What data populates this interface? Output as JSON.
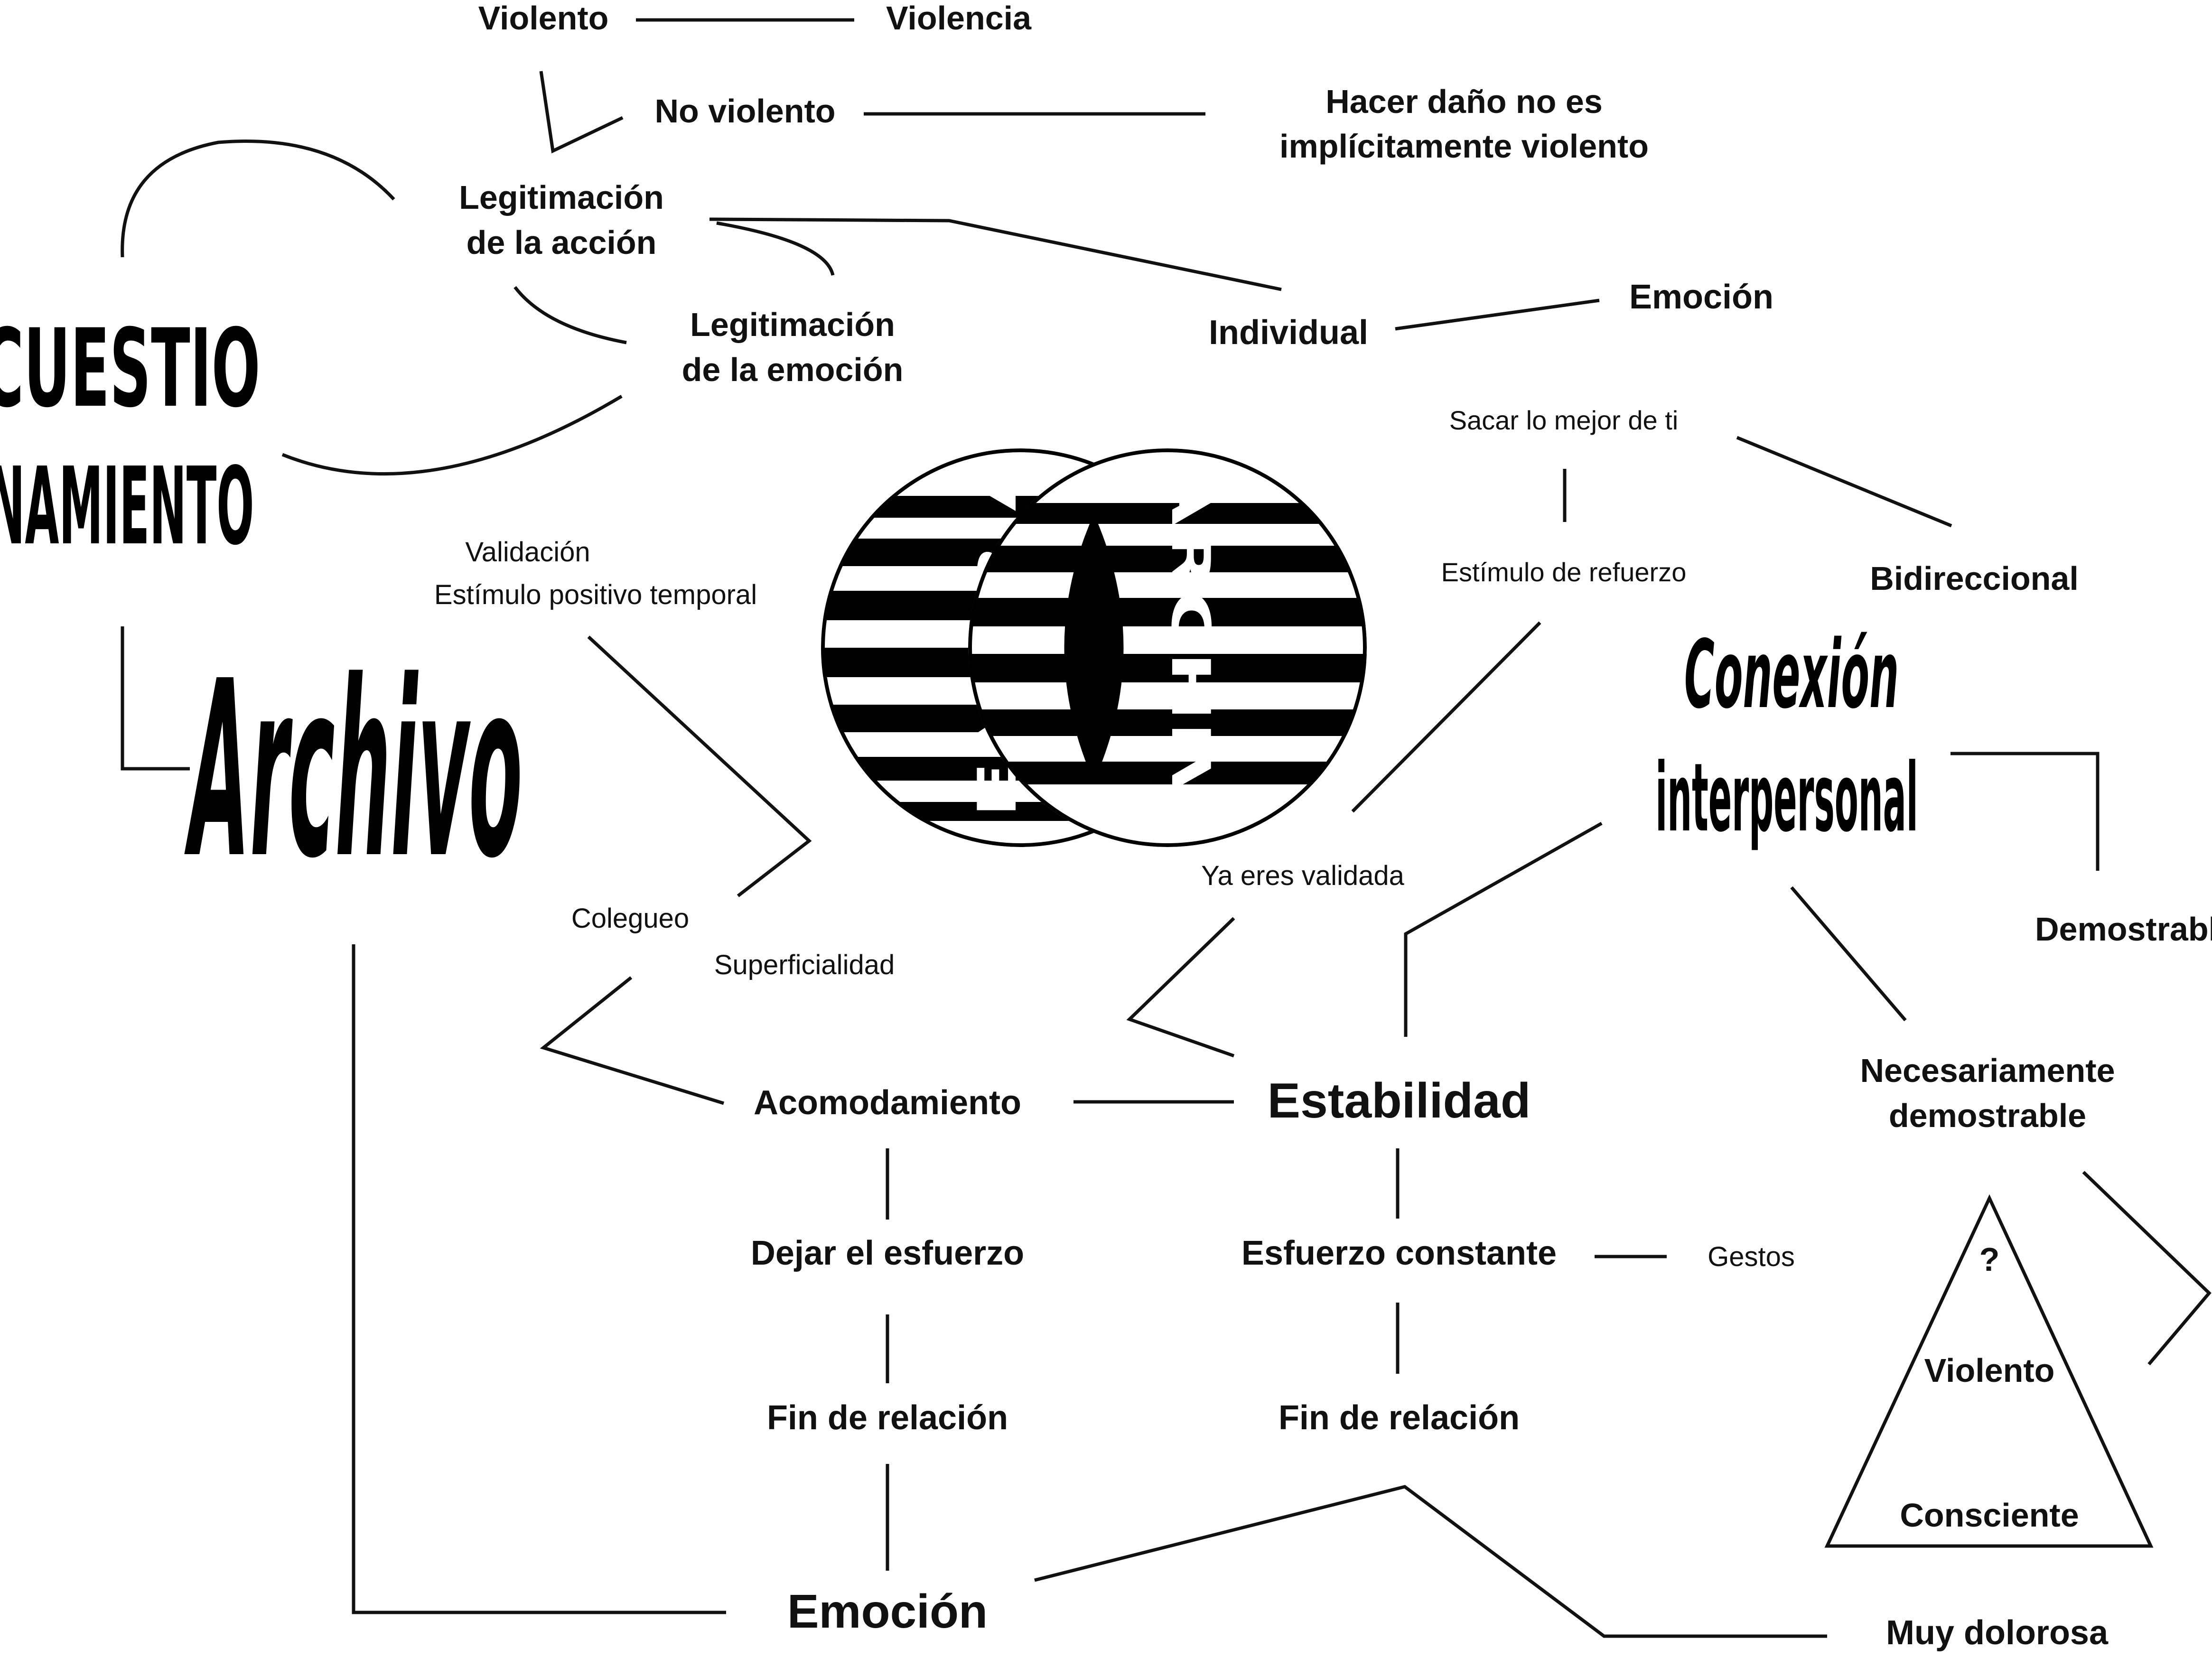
{
  "nodes": {
    "violento_top": "Violento",
    "violencia": "Violencia",
    "no_violento": "No violento",
    "hacer_dano_1": "Hacer daño no es",
    "hacer_dano_2": "implícitamente violento",
    "legit_accion_1": "Legitimación",
    "legit_accion_2": "de la acción",
    "legit_emocion_1": "Legitimación",
    "legit_emocion_2": "de la emoción",
    "individual": "Individual",
    "emocion_top": "Emoción",
    "sacar": "Sacar lo mejor de ti",
    "estimulo_refuerzo": "Estímulo de refuerzo",
    "bidireccional": "Bidireccional",
    "validacion": "Validación",
    "estimulo_positivo": "Estímulo positivo temporal",
    "colegueo": "Colegueo",
    "superficialidad": "Superficialidad",
    "ya_eres_validada": "Ya eres validada",
    "demostrable": "Demostrable",
    "necesariamente_1": "Necesariamente",
    "necesariamente_2": "demostrable",
    "acomodamiento": "Acomodamiento",
    "estabilidad": "Estabilidad",
    "dejar_esfuerzo": "Dejar el esfuerzo",
    "esfuerzo_constante": "Esfuerzo constante",
    "gestos": "Gestos",
    "fin_relacion_left": "Fin de relación",
    "fin_relacion_right": "Fin de relación",
    "emocion_bottom": "Emoción",
    "muy_dolorosa": "Muy dolorosa",
    "triangle_question": "?",
    "triangle_violento": "Violento",
    "triangle_consciente": "Consciente"
  },
  "decorative": {
    "cuestio": "CUESTIO",
    "namiento": "NAMIENTO",
    "archivo": "Archivo",
    "conexion": "Conexión",
    "interpersonal": "interpersonal",
    "memoria": "MEMORIA",
    "archivo_sphere": "ARCHIVO"
  },
  "colors": {
    "ink": "#111111",
    "background": "#ffffff"
  }
}
